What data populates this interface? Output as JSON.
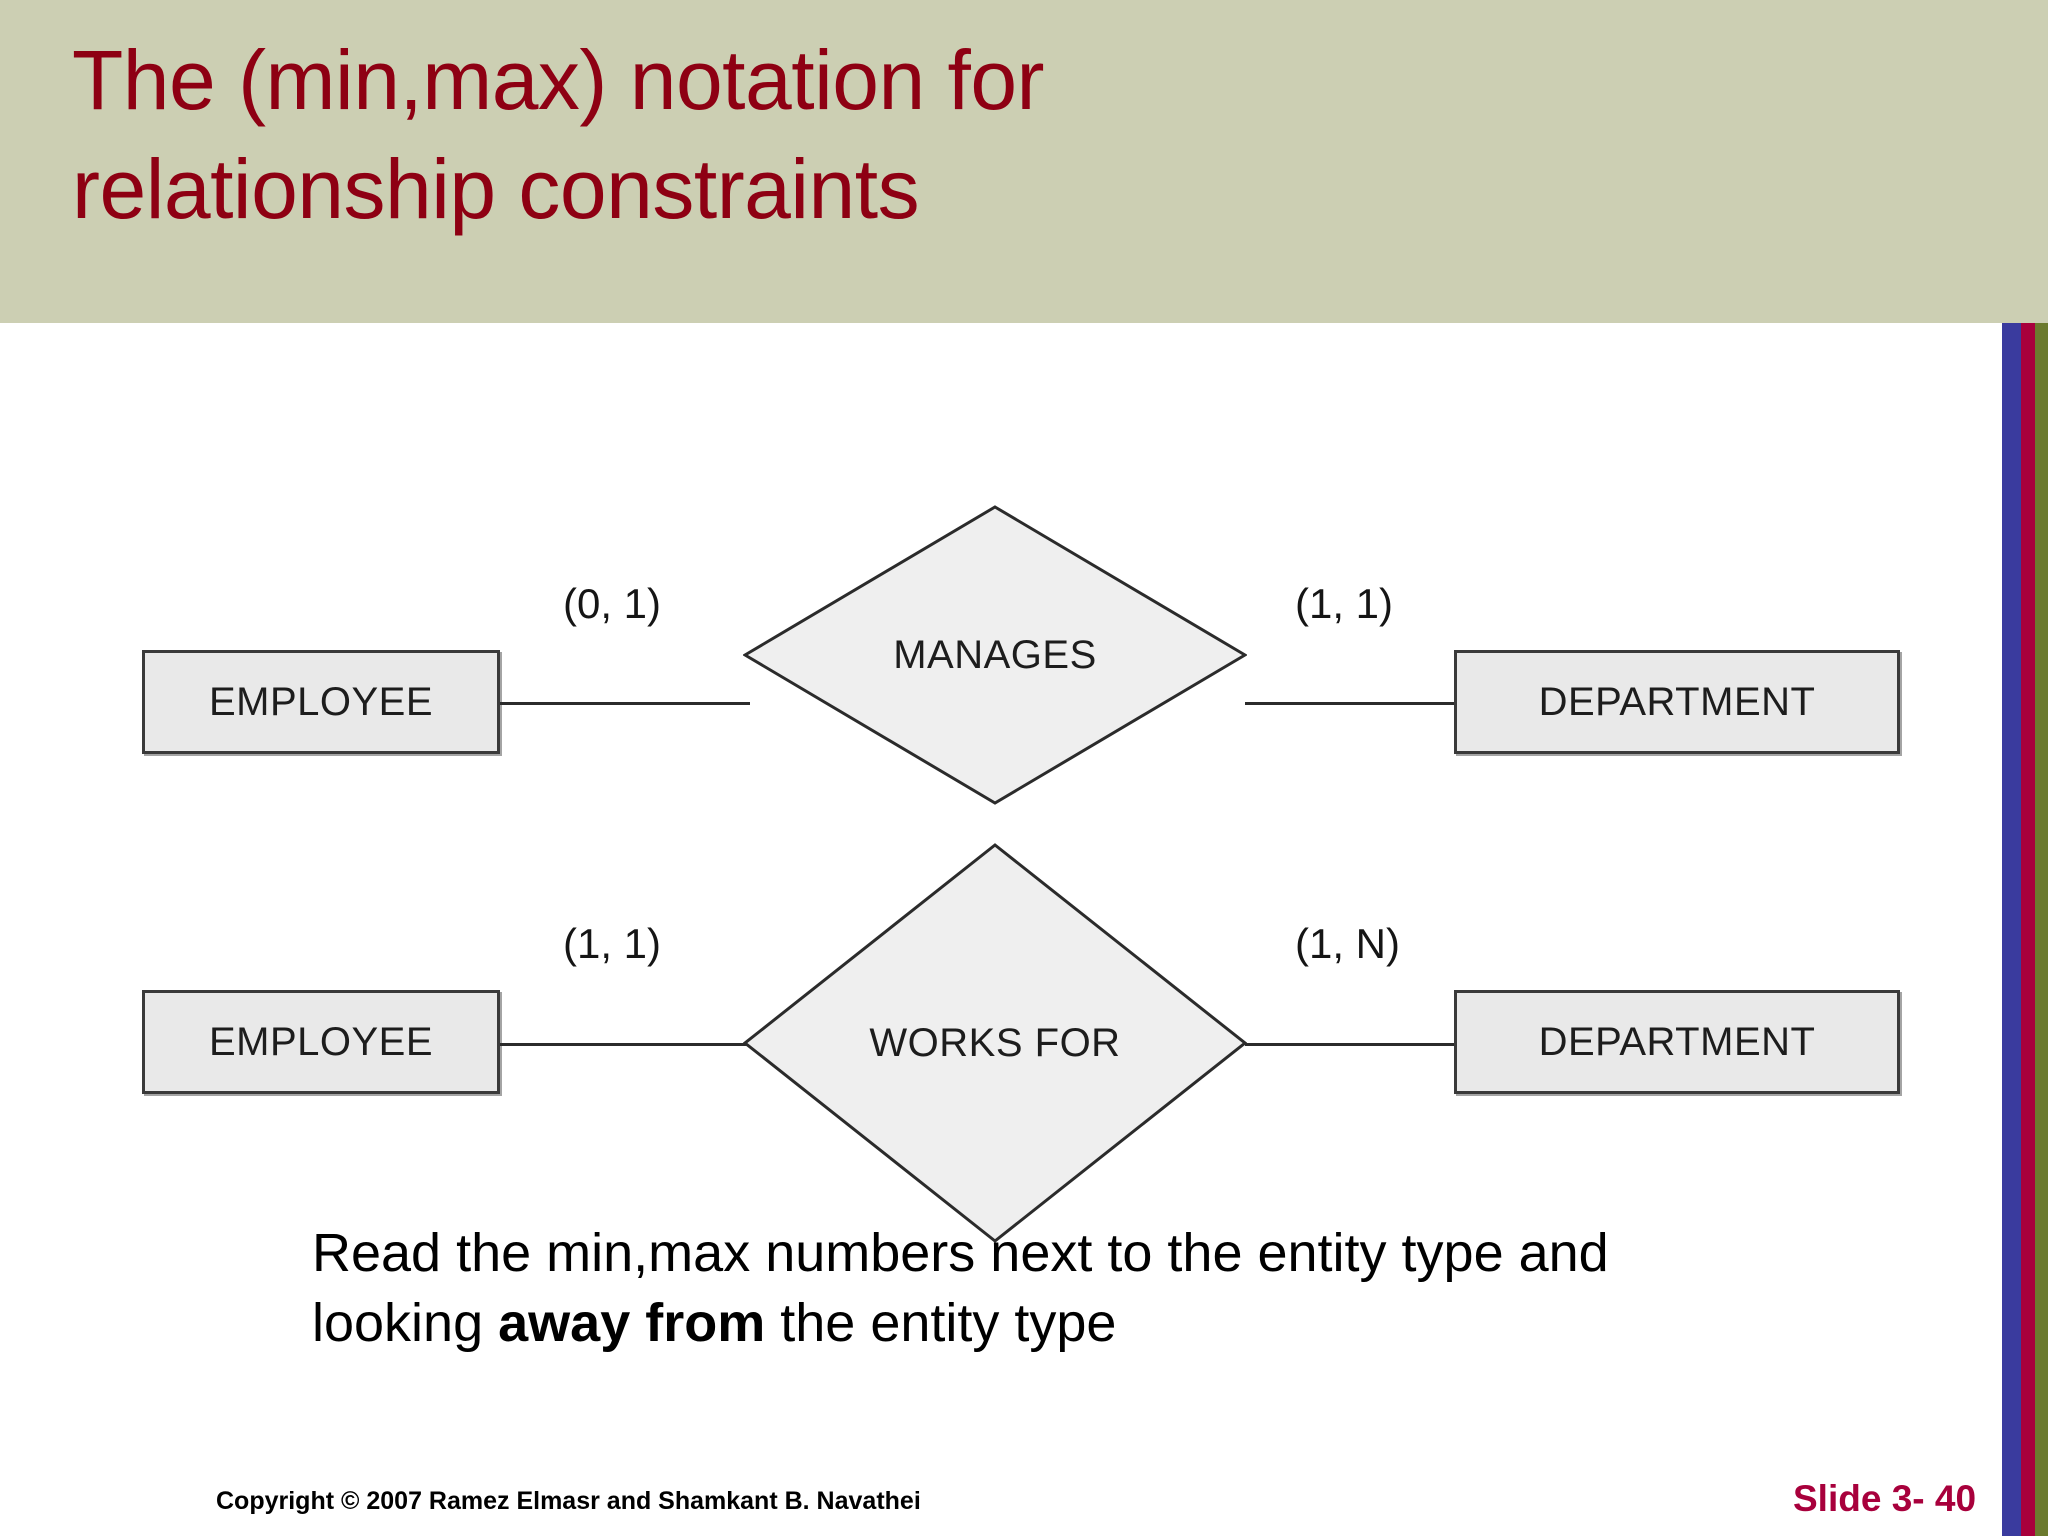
{
  "slide": {
    "title": "The (min,max) notation for\nrelationship constraints",
    "title_color": "#8e0013",
    "header_background": "#cccfb3"
  },
  "accent_stripe": {
    "blue": "#3a3b9e",
    "crimson": "#a8003c",
    "olive": "#6b7a2e"
  },
  "diagram": {
    "rows": [
      {
        "left_entity": "EMPLOYEE",
        "left_constraint": "(0, 1)",
        "relationship": "MANAGES",
        "right_constraint": "(1, 1)",
        "right_entity": "DEPARTMENT"
      },
      {
        "left_entity": "EMPLOYEE",
        "left_constraint": "(1, 1)",
        "relationship": "WORKS FOR",
        "right_constraint": "(1, N)",
        "right_entity": "DEPARTMENT"
      }
    ],
    "entity_fill": "#e9e9e9",
    "entity_border": "#3a3a3a",
    "diamond_fill": "#efefef",
    "diamond_border": "#2b2b2b"
  },
  "caption": {
    "part_1": "Read the min,max numbers next to the entity type and looking ",
    "emphasis": "away from",
    "part_2": " the entity type"
  },
  "footer": {
    "copyright": "Copyright © 2007 Ramez Elmasr and Shamkant B. Navathei",
    "slide_number": "Slide 3- 40"
  }
}
